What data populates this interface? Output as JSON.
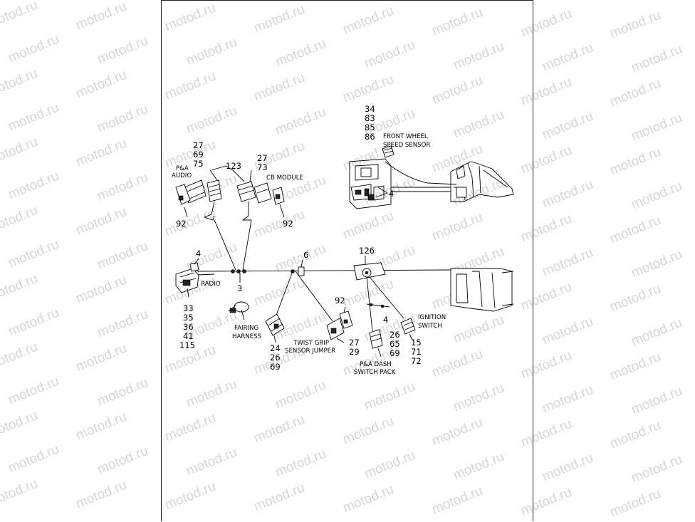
{
  "watermark": "motod.ru",
  "callouts": {
    "top_stack": [
      "34",
      "83",
      "85",
      "86"
    ],
    "pa_audio_stack": [
      "27",
      "69",
      "75"
    ],
    "cb_stack": [
      "27",
      "73"
    ],
    "n123": "123",
    "n92_left": "92",
    "n92_right": "92",
    "n4_upper": "4",
    "n4_radio": "4",
    "n6": "6",
    "n126": "126",
    "n3": "3",
    "n92_mid": "92",
    "n4_lower": "4",
    "radio_stack": [
      "33",
      "35",
      "36",
      "41",
      "115"
    ],
    "fairing_stack": [
      "24",
      "26",
      "69"
    ],
    "twist_stack": [
      "27",
      "29"
    ],
    "dash_stack": [
      "26",
      "65",
      "69"
    ],
    "ignition_stack": [
      "15",
      "71",
      "72"
    ]
  },
  "labels": {
    "front_wheel": [
      "FRONT WHEEL",
      "SPEED SENSOR"
    ],
    "pa_audio": [
      "P&A",
      "AUDIO"
    ],
    "cb_module": "CB MODULE",
    "radio": "RADIO",
    "fairing": [
      "FAIRING",
      "HARNESS"
    ],
    "twist": [
      "TWIST GRIP",
      "SENSOR JUMPER"
    ],
    "dash": [
      "P&A DASH",
      "SWITCH PACK"
    ],
    "ignition": [
      "IGNITION",
      "SWITCH"
    ]
  }
}
